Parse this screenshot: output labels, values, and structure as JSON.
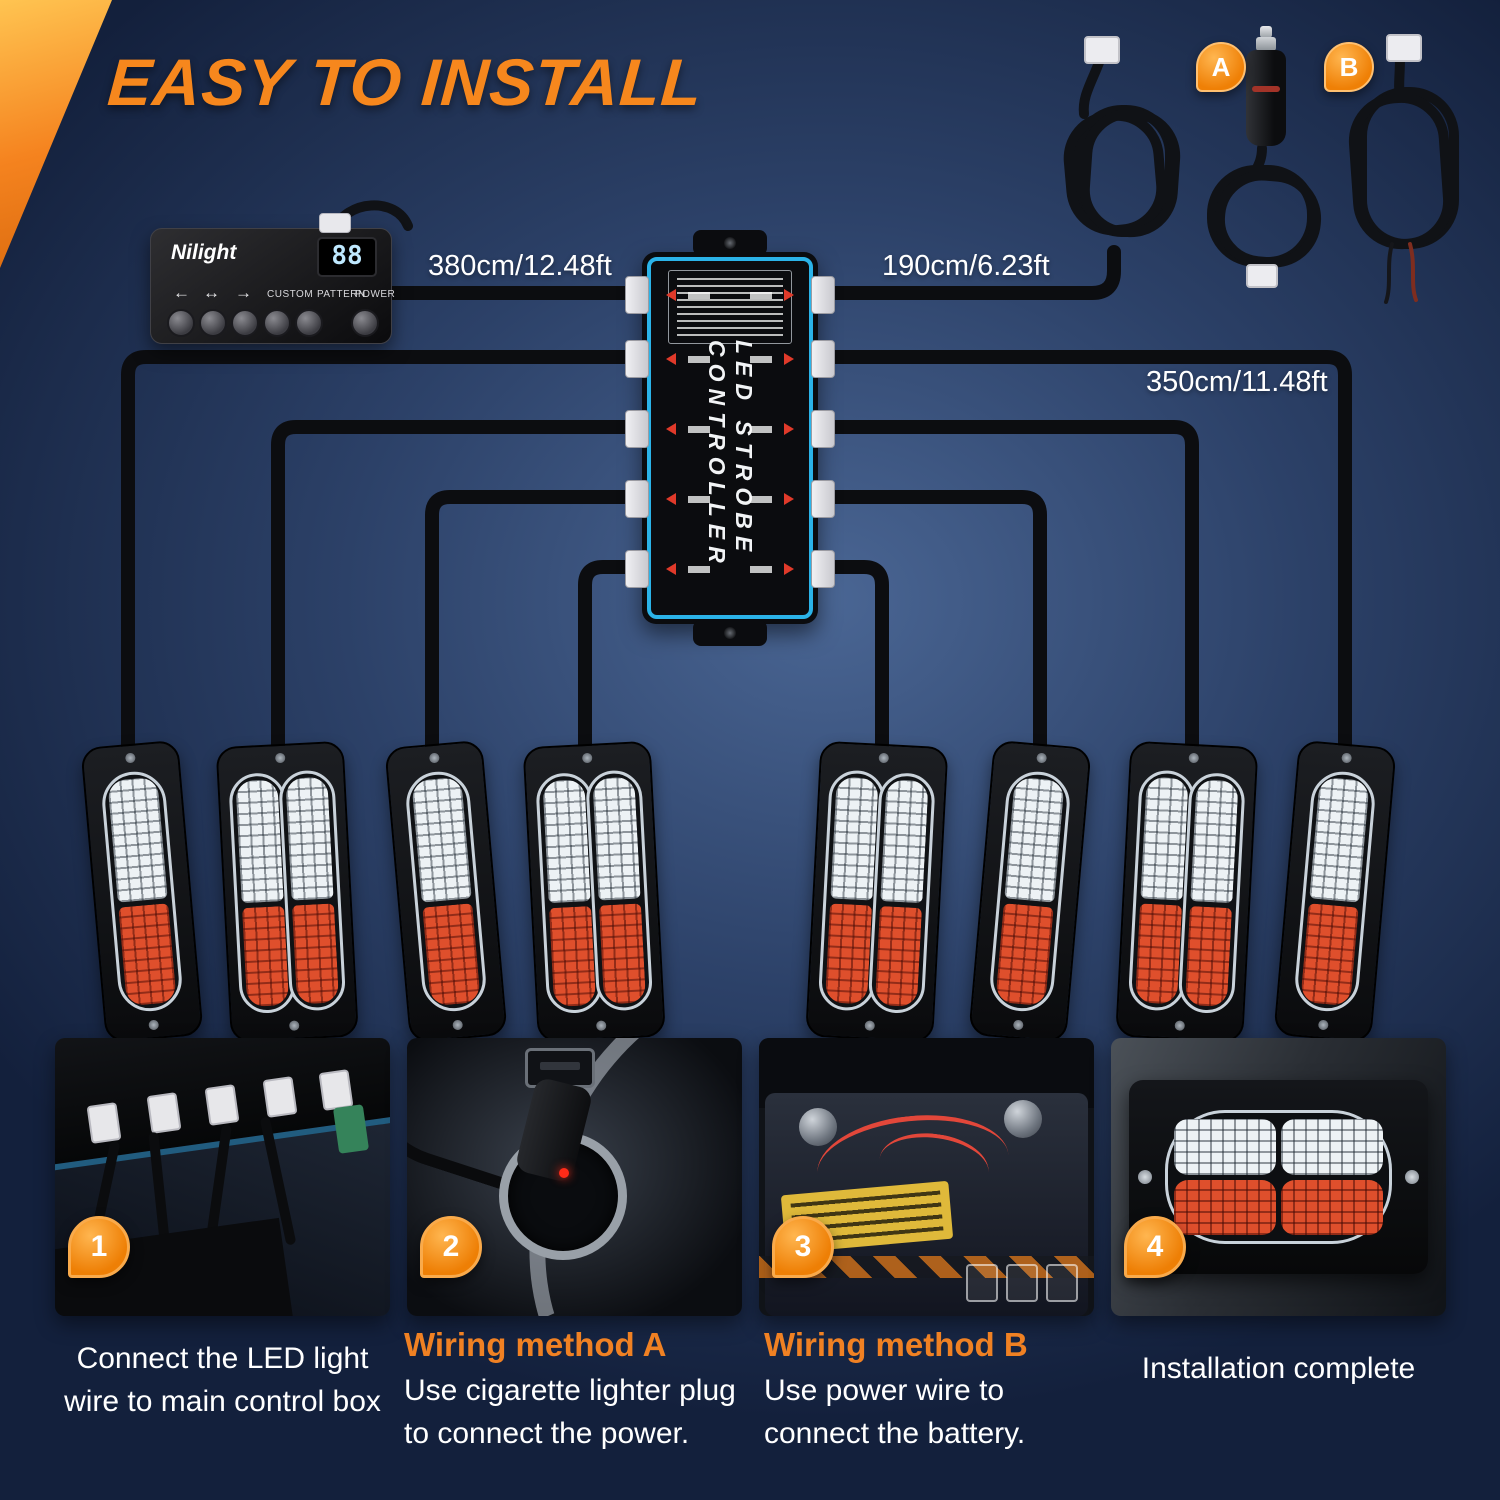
{
  "title": "EASY TO INSTALL",
  "remote": {
    "brand": "Nilight",
    "display_value": "88",
    "arrow_left": "←",
    "arrow_double": "↔",
    "arrow_right": "→",
    "label_custom": "CUSTOM",
    "label_pattern": "PATTERN",
    "label_power": "POWER"
  },
  "controller": {
    "label": "LED STROBE CONTROLLER"
  },
  "cables": {
    "remote_length": "380cm/12.48ft",
    "power_length": "190cm/6.23ft",
    "led_length": "350cm/11.48ft"
  },
  "accessories": {
    "badge_a": "A",
    "badge_b": "B"
  },
  "steps": [
    {
      "number": "1",
      "caption": "Connect the LED light wire to main control box"
    },
    {
      "number": "2",
      "title": "Wiring method A",
      "caption": "Use cigarette lighter plug to connect the power."
    },
    {
      "number": "3",
      "title": "Wiring method B",
      "caption": "Use power wire to connect the battery."
    },
    {
      "number": "4",
      "caption": "Installation complete"
    }
  ],
  "colors": {
    "accent_orange": "#f5831f",
    "controller_outline": "#2bb3e8",
    "background_blue": "#2c4168",
    "led_red": "#df4f2c"
  }
}
